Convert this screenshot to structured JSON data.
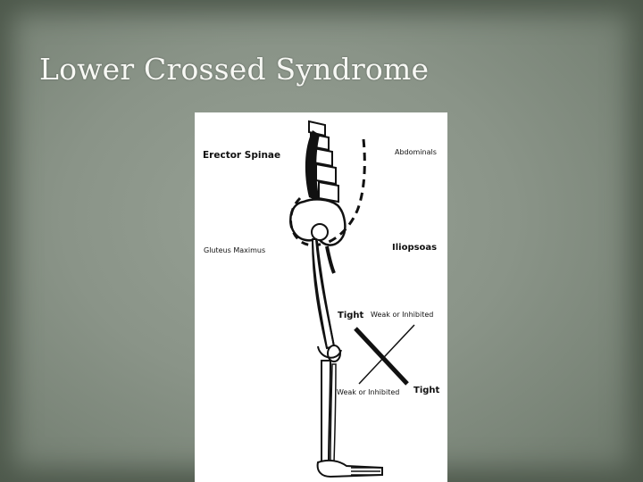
{
  "slide": {
    "title": "Lower Crossed Syndrome"
  },
  "figure": {
    "labels": {
      "erector_spinae": "Erector Spinae",
      "abdominals": "Abdominals",
      "gluteus_maximus": "Gluteus Maximus",
      "iliopsoas": "Iliopsoas",
      "tight_top": "Tight",
      "weak_top": "Weak or Inhibited",
      "weak_bottom": "Weak or Inhibited",
      "tight_bottom": "Tight"
    }
  },
  "colors": {
    "background": "#8a9488",
    "frame": "#4e5a4c",
    "title": "#f7f8f4",
    "ink": "#111111"
  }
}
